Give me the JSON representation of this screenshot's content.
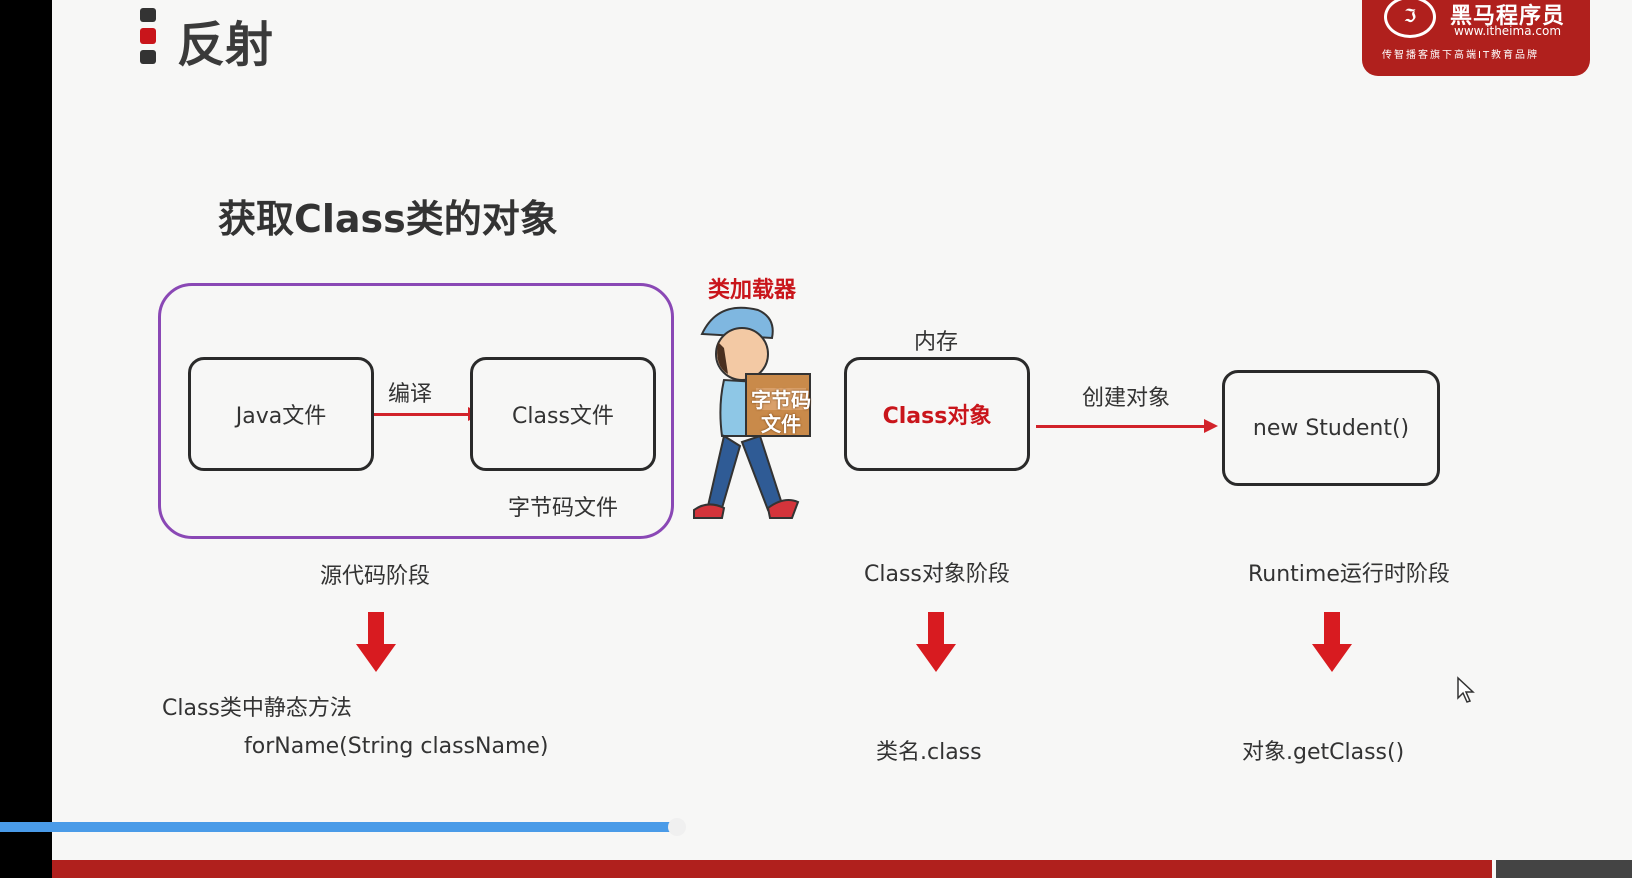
{
  "slide": {
    "title": "反射",
    "subtitle": "获取Class类的对象",
    "logo": {
      "circle_text": "ℑ",
      "name": "黑马程序员",
      "url": "www.itheima.com",
      "tagline": "传智播客旗下高端IT教育品牌"
    },
    "diagram": {
      "java_file": "Java文件",
      "compile_label": "编译",
      "class_file": "Class文件",
      "bytecode_file_label": "字节码文件",
      "source_stage": "源代码阶段",
      "classloader_label": "类加载器",
      "box_on_character": "字节码\n文件",
      "memory_label": "内存",
      "class_object": "Class对象",
      "create_object_label": "创建对象",
      "new_student": "new Student()",
      "class_object_stage": "Class对象阶段",
      "runtime_stage": "Runtime运行时阶段"
    },
    "methods": {
      "static_method_title": "Class类中静态方法",
      "forname": "forName(String className)",
      "class_literal": "类名.class",
      "get_class": "对象.getClass()"
    },
    "colors": {
      "accent_red": "#d2232a",
      "group_border_purple": "#8a48b5",
      "logo_red": "#b0201d",
      "progress_blue": "#4a9be8"
    }
  },
  "player": {
    "progress": 0.42
  }
}
